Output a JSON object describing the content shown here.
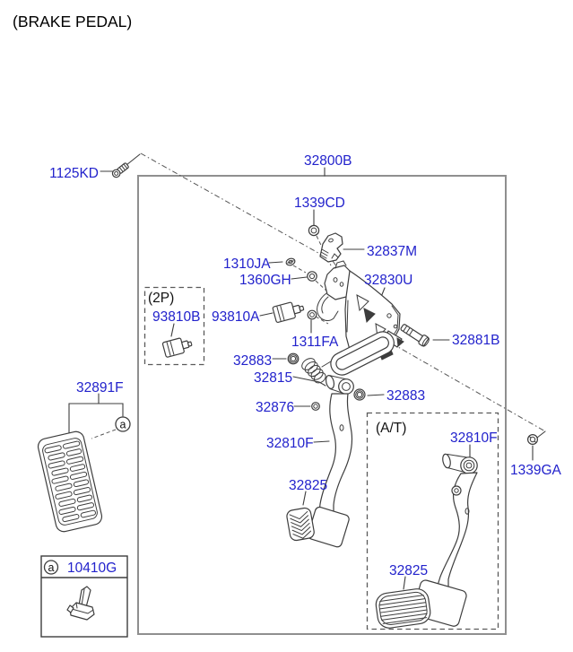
{
  "title": "(BRAKE PEDAL)",
  "colors": {
    "label_blue": "#2222cc",
    "diagram_line": "#3d3d3d",
    "box_border": "#8f8f8f",
    "text_black": "#000000"
  },
  "labels": {
    "bolt_1125kd": "1125KD",
    "assy_32800b": "32800B",
    "nut_1339cd": "1339CD",
    "bracket_32837m": "32837M",
    "screw_1310ja": "1310JA",
    "nut_1360gh": "1360GH",
    "member_32830u": "32830U",
    "group_2p": "(2P)",
    "switch_93810b": "93810B",
    "switch_93810a": "93810A",
    "nut_1311fa": "1311FA",
    "bolt_32881b": "32881B",
    "nut_32883_upper": "32883",
    "spring_32815": "32815",
    "nut_32883_lower": "32883",
    "stopper_32876": "32876",
    "pad_32891f": "32891F",
    "arm_32810f_mt": "32810F",
    "pad_32825_mt": "32825",
    "group_at": "(A/T)",
    "arm_32810f_at": "32810F",
    "nut_1339ga": "1339GA",
    "pad_32825_at": "32825",
    "clip_10410g": "10410G",
    "callout_a_pedal": "a",
    "callout_a_clip": "a"
  }
}
